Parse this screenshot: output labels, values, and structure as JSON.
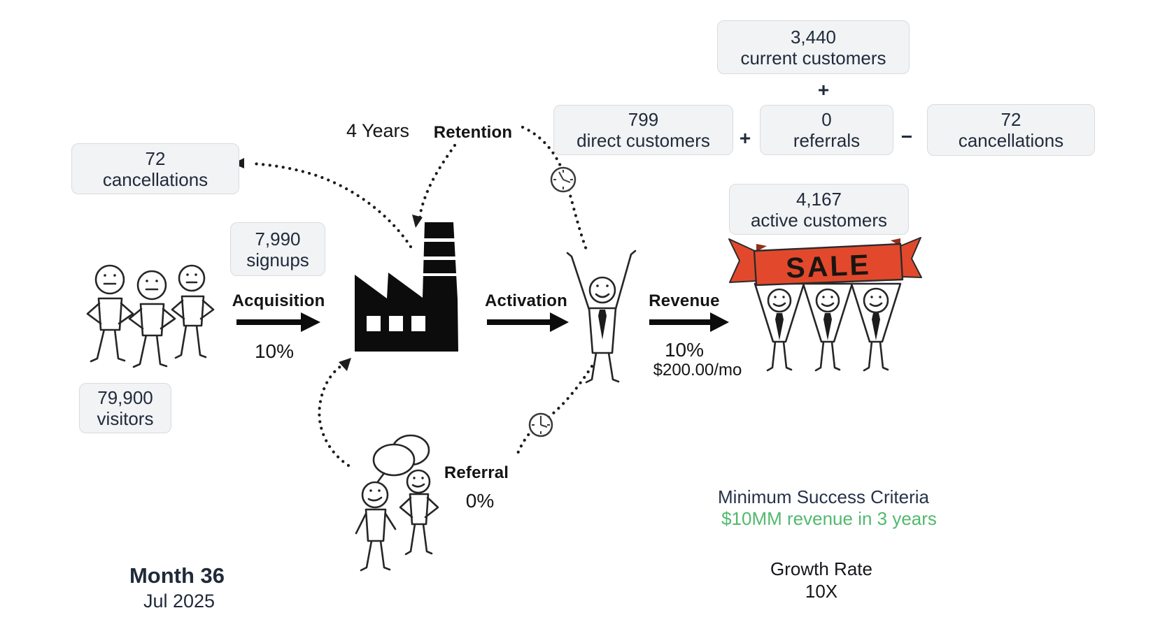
{
  "colors": {
    "box_background": "#f2f3f5",
    "box_border": "#d8dbe0",
    "text_navy": "#202b3b",
    "diagram_black": "#141414",
    "sale_banner_red": "#e2492c",
    "success_green": "#52b96e"
  },
  "boxes": {
    "current_customers": {
      "value": "3,440",
      "label": "current customers"
    },
    "direct_customers": {
      "value": "799",
      "label": "direct customers"
    },
    "referrals": {
      "value": "0",
      "label": "referrals"
    },
    "cancellations_right": {
      "value": "72",
      "label": "cancellations"
    },
    "cancellations_left": {
      "value": "72",
      "label": "cancellations"
    },
    "signups": {
      "value": "7,990",
      "label": "signups"
    },
    "visitors": {
      "value": "79,900",
      "label": "visitors"
    },
    "active_customers": {
      "value": "4,167",
      "label": "active customers"
    }
  },
  "operators": {
    "plus_top": "+",
    "plus_row": "+",
    "minus_row": "−"
  },
  "stages": {
    "acquisition": {
      "label": "Acquisition",
      "rate": "10%"
    },
    "activation": {
      "label": "Activation"
    },
    "revenue": {
      "label": "Revenue",
      "rate": "10%",
      "price": "$200.00/mo"
    },
    "retention": {
      "label": "Retention",
      "duration": "4 Years"
    },
    "referral": {
      "label": "Referral",
      "rate": "0%"
    }
  },
  "sale_banner": {
    "text": "SALE"
  },
  "success_criteria": {
    "title": "Minimum Success Criteria",
    "value": "$10MM revenue in 3 years"
  },
  "growth": {
    "title": "Growth Rate",
    "value": "10X"
  },
  "timeline": {
    "month": "Month 36",
    "date": "Jul 2025"
  }
}
